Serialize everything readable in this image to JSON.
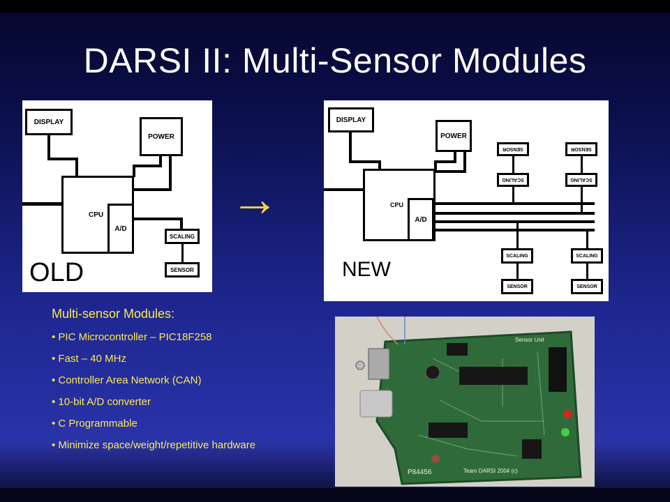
{
  "slide": {
    "title": "DARSI II: Multi-Sensor Modules",
    "arrow_glyph": "→",
    "colors": {
      "title": "#ffffff",
      "bullets": "#ffe84f",
      "arrow": "#f2d14a"
    }
  },
  "old_diagram": {
    "tag": "OLD",
    "display": "DISPLAY",
    "power": "POWER",
    "cpu": "CPU",
    "ad": "A/D",
    "scaling": "SCALING",
    "sensor": "SENSOR"
  },
  "new_diagram": {
    "tag": "NEW",
    "display": "DISPLAY",
    "power": "POWER",
    "cpu": "CPU",
    "ad": "A/D",
    "sensor_top_1": "SENSOR",
    "sensor_top_2": "SENSOR",
    "scaling_top_1": "SCALING",
    "scaling_top_2": "SCALING",
    "scaling_bottom_1": "SCALING",
    "scaling_bottom_2": "SCALING",
    "sensor_bottom_1": "SENSOR",
    "sensor_bottom_2": "SENSOR"
  },
  "features": {
    "heading": "Multi-sensor Modules:",
    "items": [
      "• PIC Microcontroller – PIC18F258",
      "• Fast – 40 MHz",
      "• Controller Area Network (CAN)",
      "• 10-bit A/D converter",
      "• C Programmable",
      "• Minimize space/weight/repetitive hardware"
    ]
  },
  "board_photo": {
    "silkscreen_label": "Sensor Unit",
    "part_number": "P84456",
    "team_text": "Team DARSI 2004 (c)"
  }
}
